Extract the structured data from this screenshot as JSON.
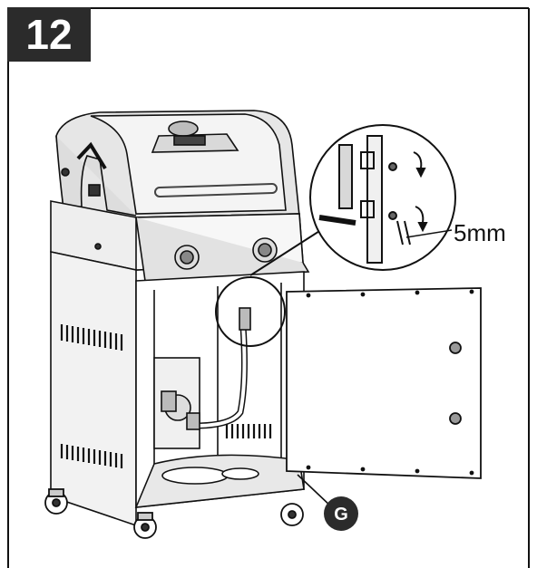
{
  "step": {
    "number": "12"
  },
  "callouts": {
    "gap_label": "5mm",
    "part_label": "G"
  },
  "colors": {
    "ink": "#111111",
    "badge": "#2b2b2b",
    "paper": "#ffffff"
  }
}
